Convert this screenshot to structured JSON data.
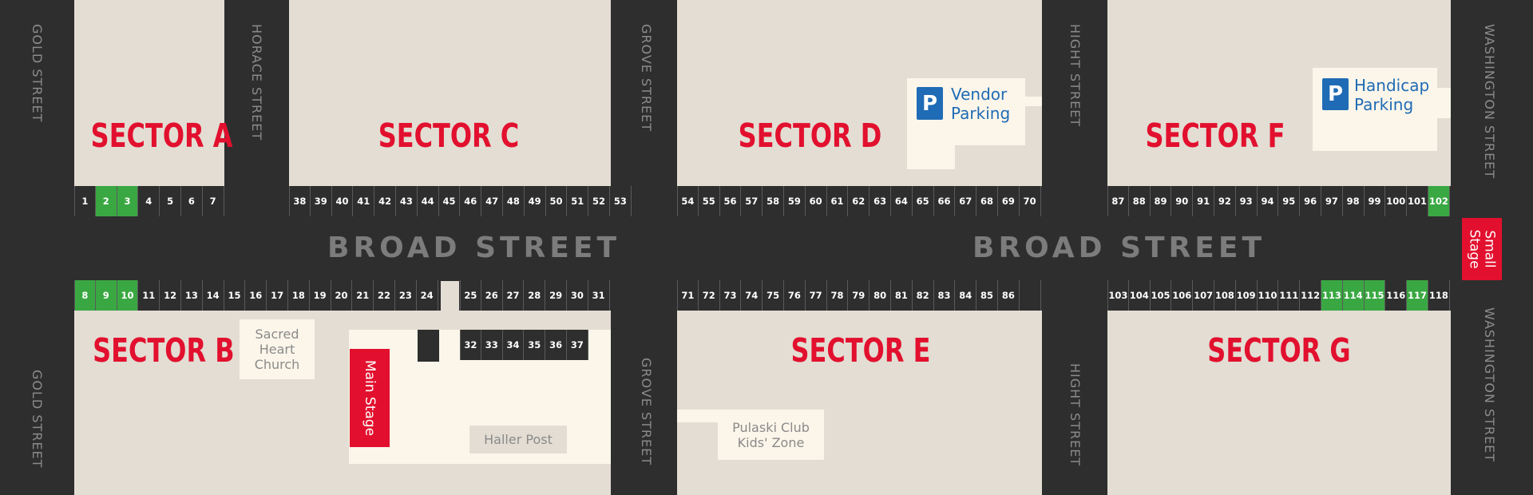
{
  "sectors": {
    "a": "SECTOR A",
    "b": "SECTOR B",
    "c": "SECTOR C",
    "d": "SECTOR D",
    "e": "SECTOR E",
    "f": "SECTOR F",
    "g": "SECTOR G"
  },
  "streets": {
    "broad": "BROAD STREET",
    "gold": "GOLD STREET",
    "horace": "HORACE STREET",
    "grove": "GROVE STREET",
    "hight": "HIGHT STREET",
    "washington": "WASHINGTON STREET"
  },
  "landmarks": {
    "church_line1": "Sacred",
    "church_line2": "Heart",
    "church_line3": "Church",
    "haller": "Haller Post",
    "pulaski_line1": "Pulaski Club",
    "pulaski_line2": "Kids' Zone",
    "vendor_parking_line1": "Vendor",
    "vendor_parking_line2": "Parking",
    "handicap_parking_line1": "Handicap",
    "handicap_parking_line2": "Parking",
    "parking_symbol": "P",
    "main_stage": "Main Stage",
    "small_stage_line1": "Small",
    "small_stage_line2": "Stage"
  },
  "colors": {
    "street": "#2e2e2e",
    "block": "#e3ddd3",
    "light_area": "#fcf6ea",
    "sector_label": "#e2102e",
    "highlighted_booth": "#3aa842",
    "parking": "#1f6bb5"
  },
  "booth_rows": [
    {
      "name": "row-a",
      "booths": [
        [
          "1",
          false
        ],
        [
          "2",
          true
        ],
        [
          "3",
          true
        ],
        [
          "4",
          false
        ],
        [
          "5",
          false
        ],
        [
          "6",
          false
        ],
        [
          "7",
          false
        ]
      ]
    },
    {
      "name": "row-c",
      "booths": [
        [
          "38",
          false
        ],
        [
          "39",
          false
        ],
        [
          "40",
          false
        ],
        [
          "41",
          false
        ],
        [
          "42",
          false
        ],
        [
          "43",
          false
        ],
        [
          "44",
          false
        ],
        [
          "45",
          false
        ],
        [
          "46",
          false
        ],
        [
          "47",
          false
        ],
        [
          "48",
          false
        ],
        [
          "49",
          false
        ],
        [
          "50",
          false
        ],
        [
          "51",
          false
        ],
        [
          "52",
          false
        ],
        [
          "53",
          false
        ]
      ]
    },
    {
      "name": "row-d",
      "booths": [
        [
          "54",
          false
        ],
        [
          "55",
          false
        ],
        [
          "56",
          false
        ],
        [
          "57",
          false
        ],
        [
          "58",
          false
        ],
        [
          "59",
          false
        ],
        [
          "60",
          false
        ],
        [
          "61",
          false
        ],
        [
          "62",
          false
        ],
        [
          "63",
          false
        ],
        [
          "64",
          false
        ],
        [
          "65",
          false
        ],
        [
          "66",
          false
        ],
        [
          "67",
          false
        ],
        [
          "68",
          false
        ],
        [
          "69",
          false
        ],
        [
          "70",
          false
        ]
      ]
    },
    {
      "name": "row-f",
      "booths": [
        [
          "87",
          false
        ],
        [
          "88",
          false
        ],
        [
          "89",
          false
        ],
        [
          "90",
          false
        ],
        [
          "91",
          false
        ],
        [
          "92",
          false
        ],
        [
          "93",
          false
        ],
        [
          "94",
          false
        ],
        [
          "95",
          false
        ],
        [
          "96",
          false
        ],
        [
          "97",
          false
        ],
        [
          "98",
          false
        ],
        [
          "99",
          false
        ],
        [
          "100",
          false
        ],
        [
          "101",
          false
        ],
        [
          "102",
          true
        ]
      ]
    },
    {
      "name": "row-b1",
      "booths": [
        [
          "8",
          true
        ],
        [
          "9",
          true
        ],
        [
          "10",
          true
        ],
        [
          "11",
          false
        ],
        [
          "12",
          false
        ],
        [
          "13",
          false
        ],
        [
          "14",
          false
        ],
        [
          "15",
          false
        ],
        [
          "16",
          false
        ],
        [
          "17",
          false
        ],
        [
          "18",
          false
        ],
        [
          "19",
          false
        ],
        [
          "20",
          false
        ],
        [
          "21",
          false
        ],
        [
          "22",
          false
        ],
        [
          "23",
          false
        ],
        [
          "24",
          false
        ]
      ]
    },
    {
      "name": "row-b2",
      "booths": [
        [
          "25",
          false
        ],
        [
          "26",
          false
        ],
        [
          "27",
          false
        ],
        [
          "28",
          false
        ],
        [
          "29",
          false
        ],
        [
          "30",
          false
        ],
        [
          "31",
          false
        ]
      ]
    },
    {
      "name": "row-b3",
      "booths": [
        [
          "32",
          false
        ],
        [
          "33",
          false
        ],
        [
          "34",
          false
        ],
        [
          "35",
          false
        ],
        [
          "36",
          false
        ],
        [
          "37",
          false
        ]
      ]
    },
    {
      "name": "row-e",
      "booths": [
        [
          "71",
          false
        ],
        [
          "72",
          false
        ],
        [
          "73",
          false
        ],
        [
          "74",
          false
        ],
        [
          "75",
          false
        ],
        [
          "76",
          false
        ],
        [
          "77",
          false
        ],
        [
          "78",
          false
        ],
        [
          "79",
          false
        ],
        [
          "80",
          false
        ],
        [
          "81",
          false
        ],
        [
          "82",
          false
        ],
        [
          "83",
          false
        ],
        [
          "84",
          false
        ],
        [
          "85",
          false
        ],
        [
          "86",
          false
        ],
        [
          "",
          false
        ]
      ]
    },
    {
      "name": "row-g",
      "booths": [
        [
          "103",
          false
        ],
        [
          "104",
          false
        ],
        [
          "105",
          false
        ],
        [
          "106",
          false
        ],
        [
          "107",
          false
        ],
        [
          "108",
          false
        ],
        [
          "109",
          false
        ],
        [
          "110",
          false
        ],
        [
          "111",
          false
        ],
        [
          "112",
          false
        ],
        [
          "113",
          true
        ],
        [
          "114",
          true
        ],
        [
          "115",
          true
        ],
        [
          "116",
          false
        ],
        [
          "117",
          true
        ],
        [
          "118",
          false
        ]
      ]
    }
  ]
}
